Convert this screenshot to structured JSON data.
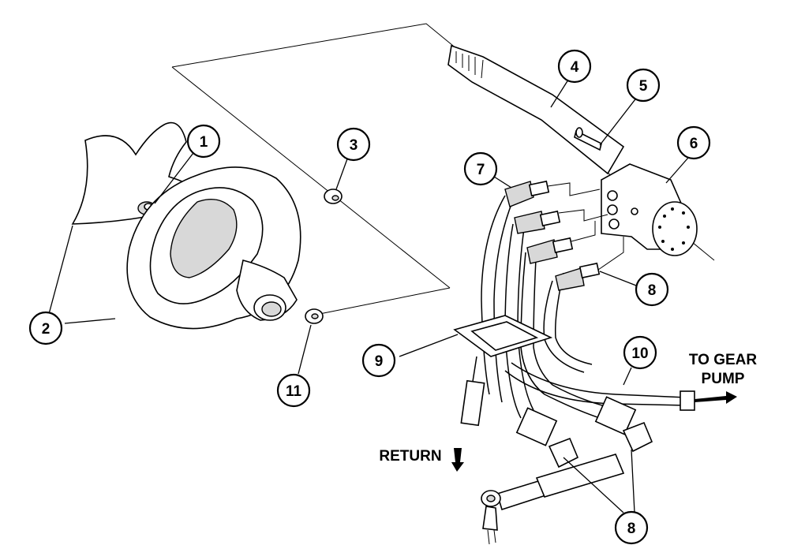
{
  "callouts": [
    {
      "id": "1",
      "text": "1"
    },
    {
      "id": "2",
      "text": "2"
    },
    {
      "id": "3",
      "text": "3"
    },
    {
      "id": "4",
      "text": "4"
    },
    {
      "id": "5",
      "text": "5"
    },
    {
      "id": "6",
      "text": "6"
    },
    {
      "id": "7",
      "text": "7"
    },
    {
      "id": "8a",
      "text": "8"
    },
    {
      "id": "8b",
      "text": "8"
    },
    {
      "id": "9",
      "text": "9"
    },
    {
      "id": "10",
      "text": "10"
    },
    {
      "id": "11",
      "text": "11"
    }
  ],
  "labels": {
    "to_gear_line1": "TO GEAR",
    "to_gear_line2": "PUMP",
    "return": "RETURN"
  },
  "colors": {
    "ink": "#000000",
    "paper": "#ffffff",
    "shade": "#d8d8d8"
  }
}
